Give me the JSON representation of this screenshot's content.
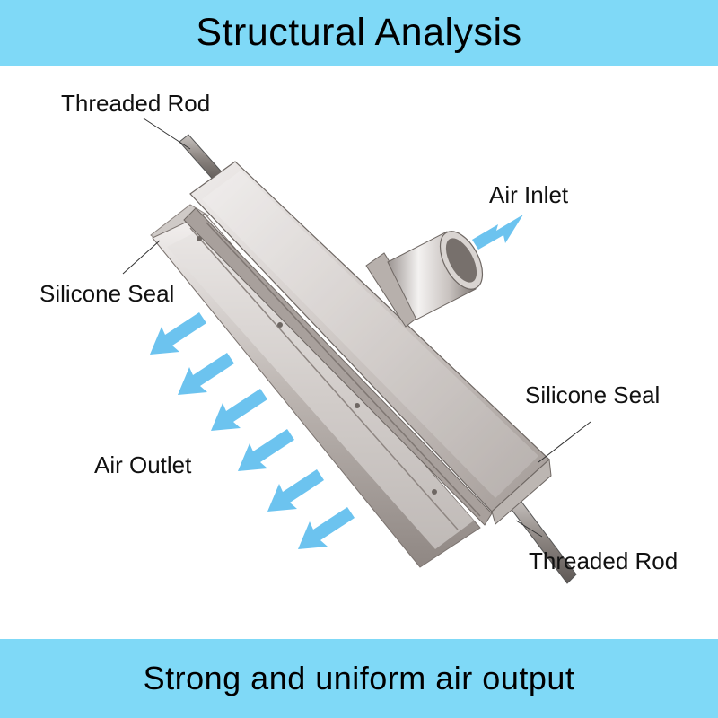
{
  "header": {
    "title": "Structural Analysis"
  },
  "footer": {
    "caption": "Strong and uniform air output"
  },
  "labels": {
    "threaded_rod_top": "Threaded Rod",
    "air_inlet": "Air Inlet",
    "silicone_seal_left": "Silicone Seal",
    "silicone_seal_right": "Silicone Seal",
    "air_outlet": "Air Outlet",
    "threaded_rod_bottom": "Threaded Rod"
  },
  "colors": {
    "banner": "#7fd9f7",
    "arrow": "#6cc3ef",
    "steel_light": "#d9d4d1",
    "steel_dark": "#8d8580"
  }
}
